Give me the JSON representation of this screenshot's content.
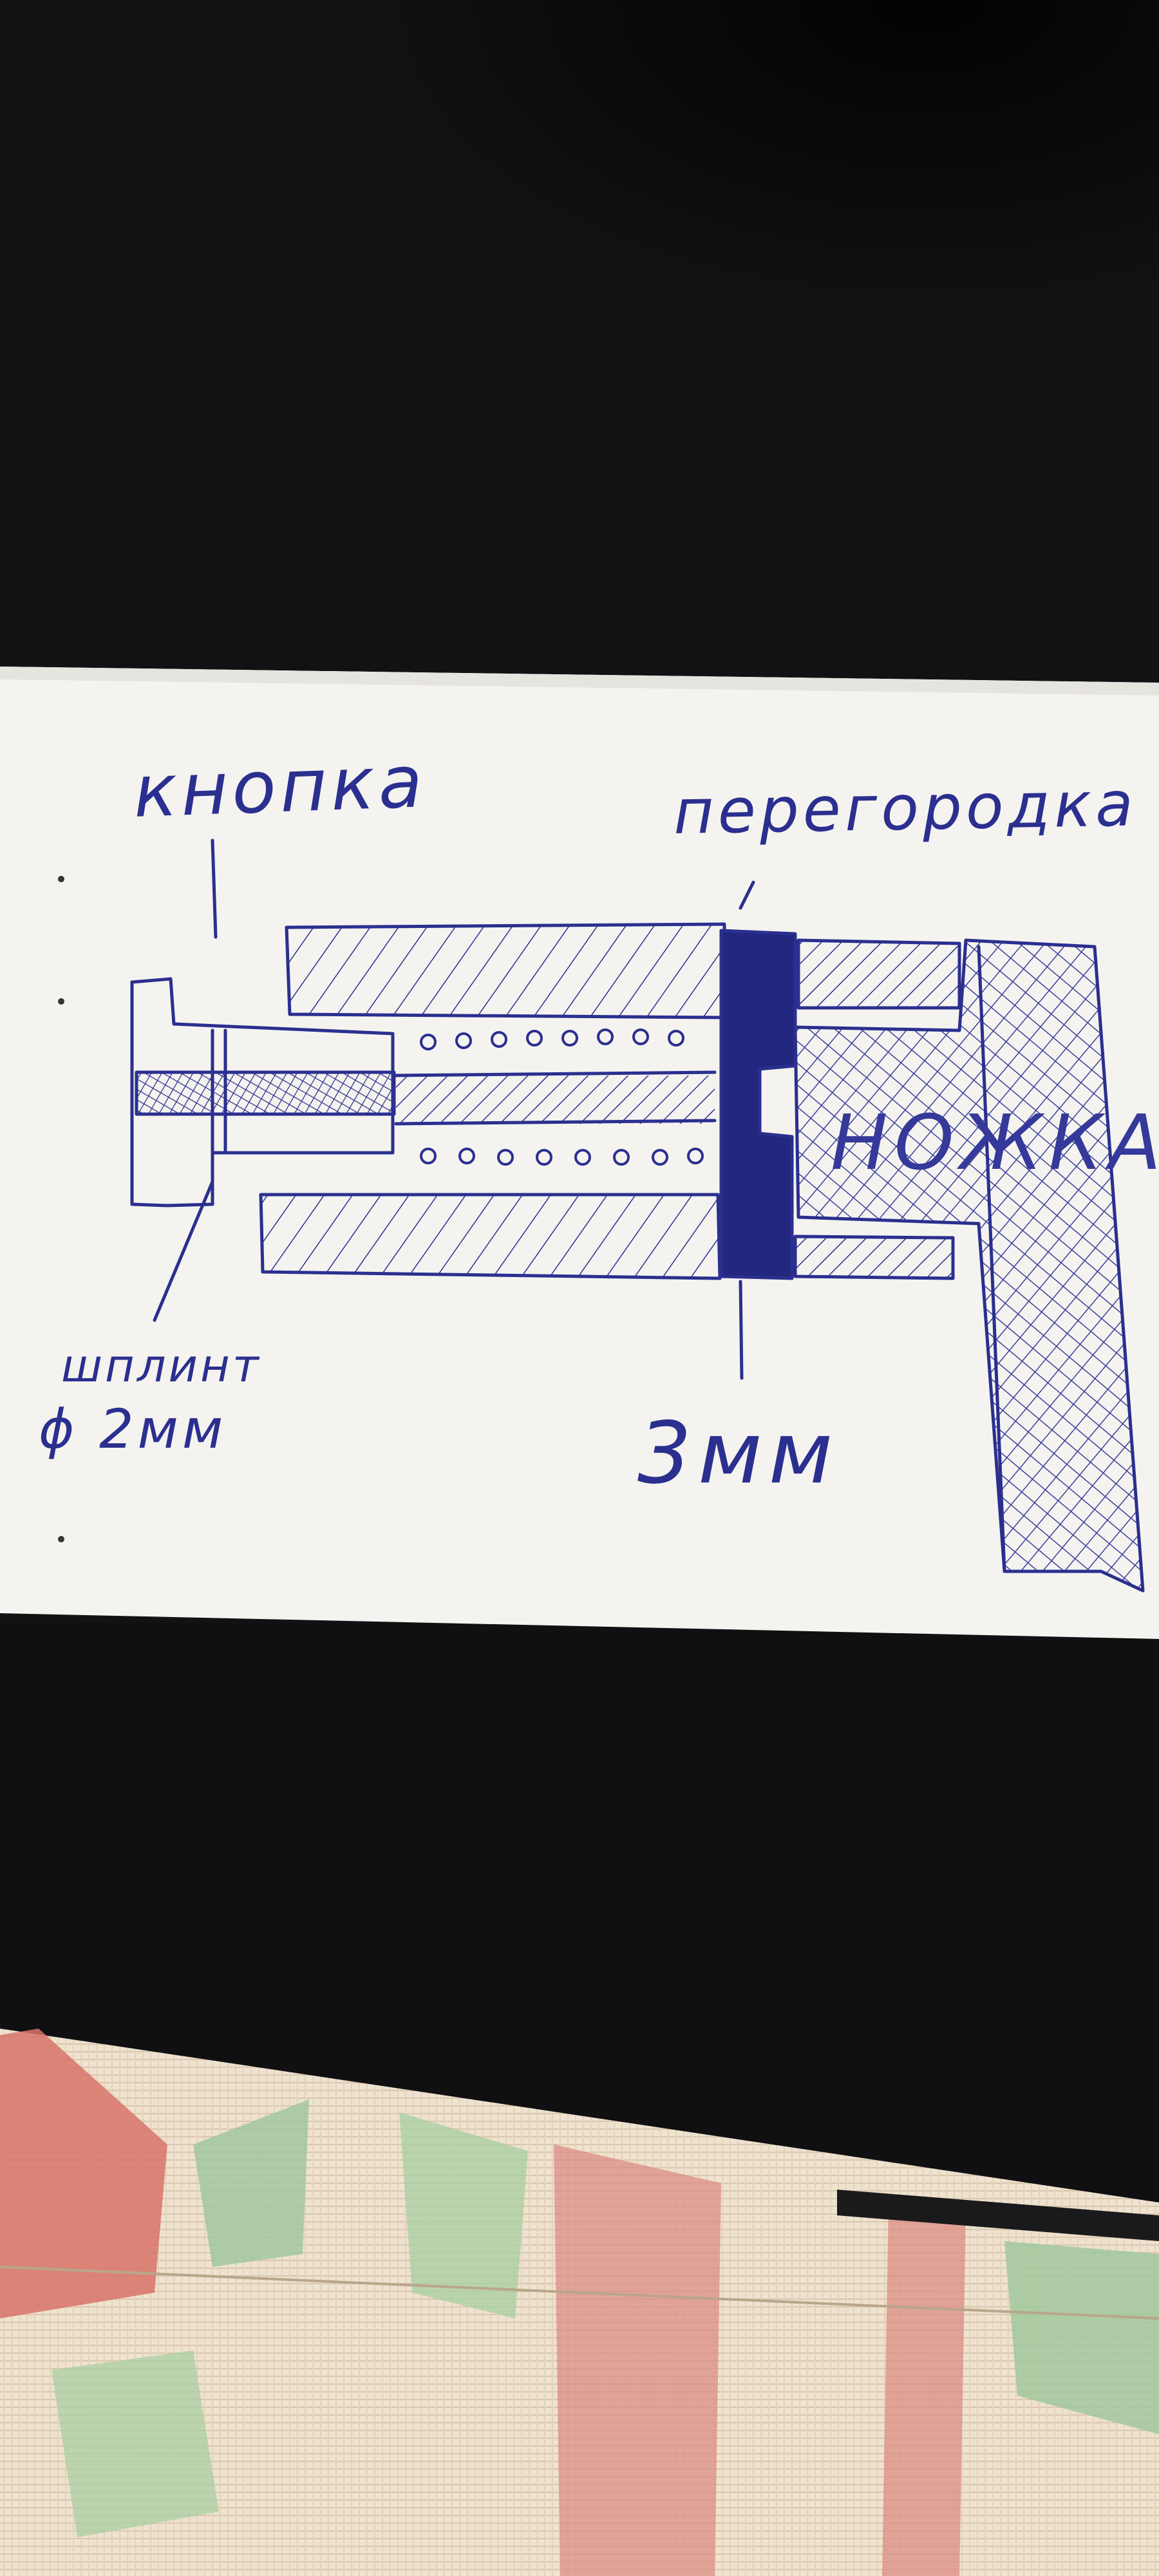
{
  "sketch": {
    "label_button": "кнопка",
    "label_partition": "перегородка",
    "label_leg": "НОЖКА",
    "label_cotter_pin": "шплинт",
    "label_cotter_diameter": "ϕ 2мм",
    "label_partition_thickness": "3мм"
  },
  "colors": {
    "ink": "#2b2f8f",
    "paper": "#f4f3ef",
    "background_surface": "#0d0d0f",
    "tablecloth_red": "#d9736a",
    "tablecloth_green": "#9cc79a"
  }
}
